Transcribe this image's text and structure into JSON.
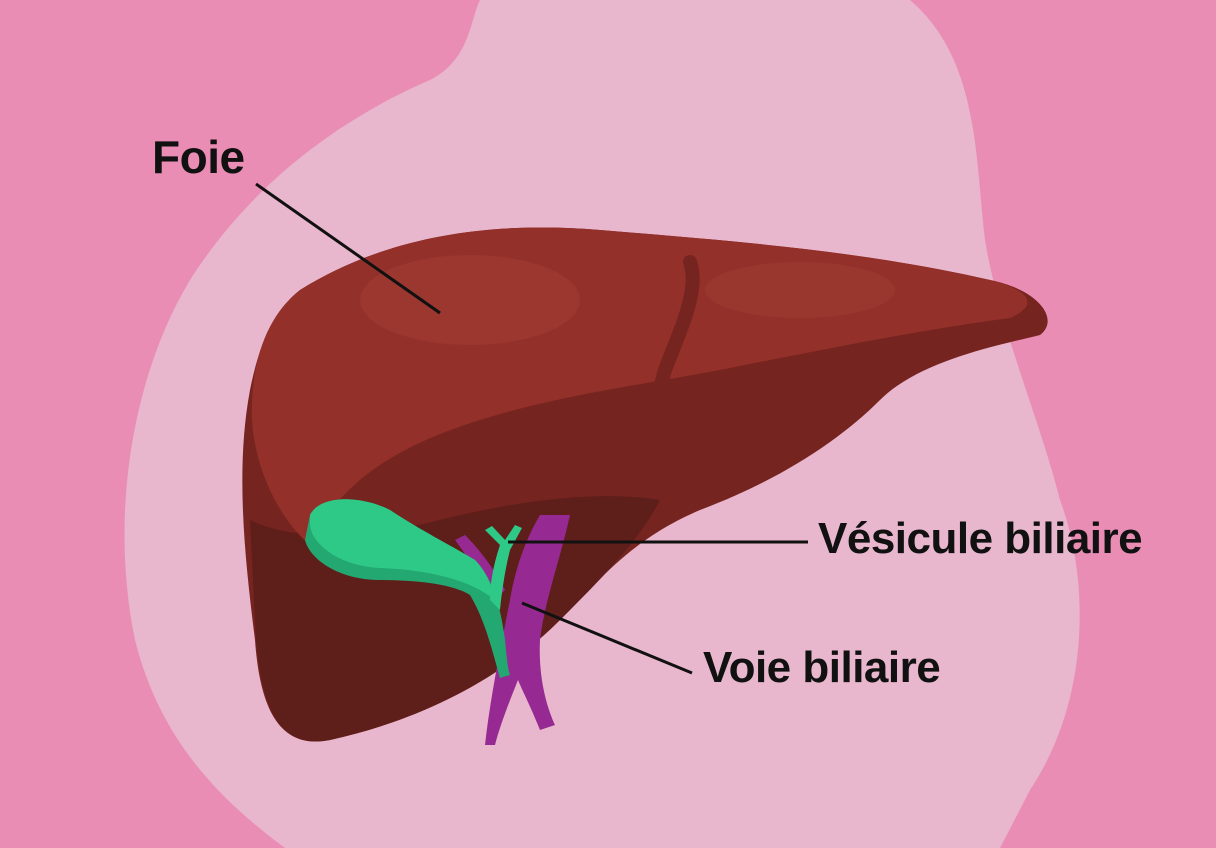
{
  "diagram": {
    "subject": "Liver anatomy",
    "colors": {
      "background": "#ea8db5",
      "blob": "#e8b6cd",
      "liver_light": "#94302a",
      "liver_dark": "#76241f",
      "liver_shadow": "#5e1e1a",
      "gallbladder": "#2ec987",
      "gallbladder_shade": "#23a872",
      "bile_duct": "#962a92",
      "leader_line": "#111111"
    },
    "labels": [
      {
        "id": "foie",
        "text": "Foie"
      },
      {
        "id": "vesicule",
        "text": "Vésicule biliaire"
      },
      {
        "id": "voie",
        "text": "Voie biliaire"
      }
    ]
  }
}
